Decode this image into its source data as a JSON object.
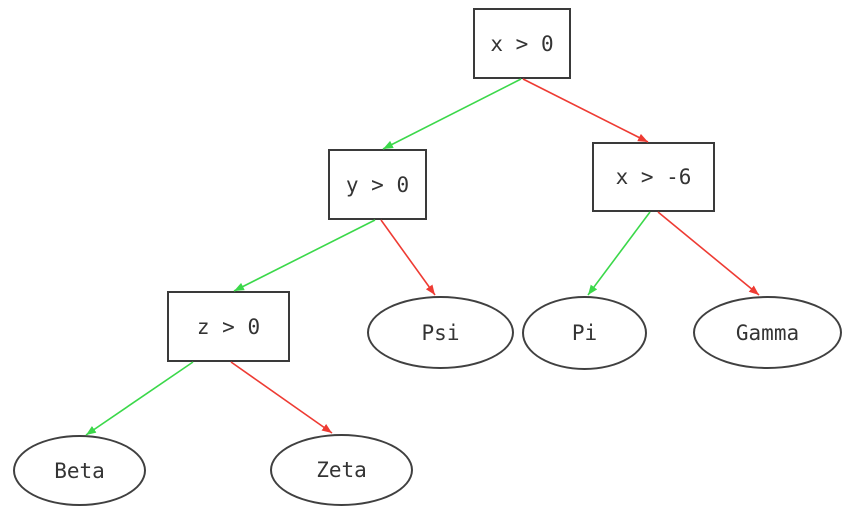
{
  "diagram": {
    "kind": "decision-tree",
    "colors": {
      "true_branch": "#3bd84a",
      "false_branch": "#ee3b33",
      "node_border": "#3a3a3a",
      "node_text": "#343434",
      "background": "#ffffff"
    },
    "nodes": {
      "root": {
        "label": "x > 0",
        "shape": "box",
        "role": "decision"
      },
      "y": {
        "label": "y > 0",
        "shape": "box",
        "role": "decision"
      },
      "x6": {
        "label": "x > -6",
        "shape": "box",
        "role": "decision"
      },
      "z": {
        "label": "z > 0",
        "shape": "box",
        "role": "decision"
      },
      "psi": {
        "label": "Psi",
        "shape": "ellipse",
        "role": "leaf"
      },
      "pi": {
        "label": "Pi",
        "shape": "ellipse",
        "role": "leaf"
      },
      "gamma": {
        "label": "Gamma",
        "shape": "ellipse",
        "role": "leaf"
      },
      "beta": {
        "label": "Beta",
        "shape": "ellipse",
        "role": "leaf"
      },
      "zeta": {
        "label": "Zeta",
        "shape": "ellipse",
        "role": "leaf"
      }
    },
    "edges": [
      {
        "from": "x > 0",
        "to": "y > 0",
        "branch": "true",
        "color": "green"
      },
      {
        "from": "x > 0",
        "to": "x > -6",
        "branch": "false",
        "color": "red"
      },
      {
        "from": "y > 0",
        "to": "z > 0",
        "branch": "true",
        "color": "green"
      },
      {
        "from": "y > 0",
        "to": "Psi",
        "branch": "false",
        "color": "red"
      },
      {
        "from": "x > -6",
        "to": "Pi",
        "branch": "true",
        "color": "green"
      },
      {
        "from": "x > -6",
        "to": "Gamma",
        "branch": "false",
        "color": "red"
      },
      {
        "from": "z > 0",
        "to": "Beta",
        "branch": "true",
        "color": "green"
      },
      {
        "from": "z > 0",
        "to": "Zeta",
        "branch": "false",
        "color": "red"
      }
    ]
  }
}
